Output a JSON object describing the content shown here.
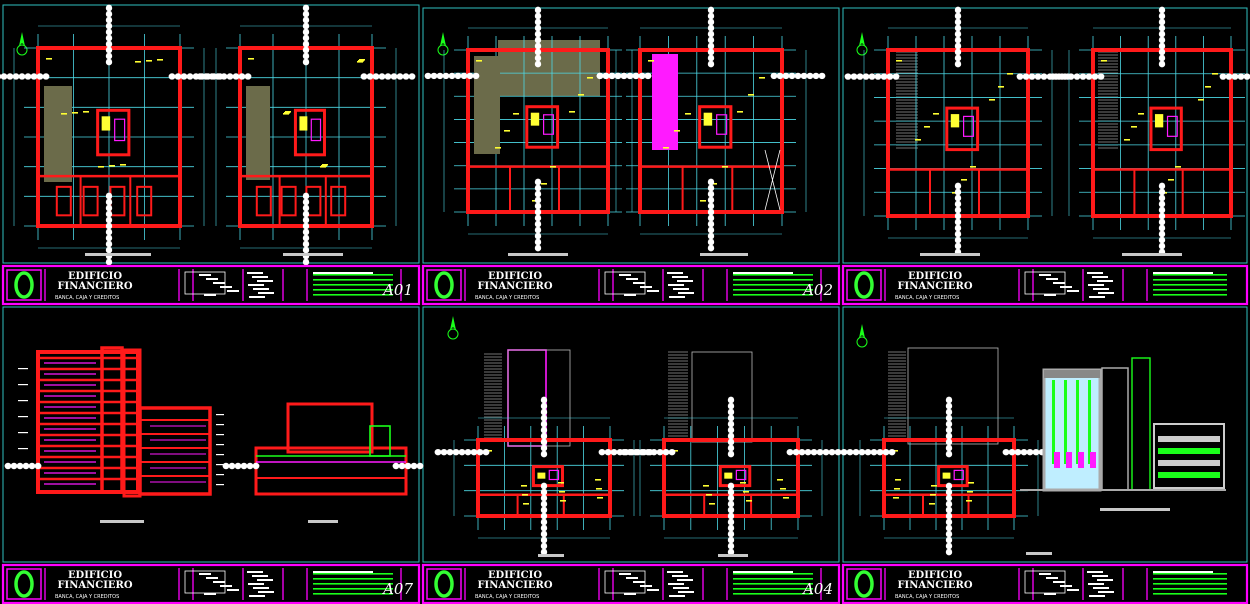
{
  "viewer": {
    "background": "#000000"
  },
  "colors": {
    "wall": "#ff1a1a",
    "grid": "#4dd9e6",
    "accent_magenta": "#ff1aff",
    "accent_green": "#1aff1a",
    "accent_yellow": "#ffff33",
    "frame": "#2fbfbf",
    "titlebar_border": "#ff00ff",
    "logo_green": "#33ff33",
    "hatch_olive": "#6b6b4a"
  },
  "sheets": [
    {
      "id": "A01",
      "kind": "plan",
      "title": "EDIFICIO\nFINANCIERO",
      "subtitle": "BANCA, CAJA Y CREDITOS",
      "code": "A01"
    },
    {
      "id": "A02",
      "kind": "plan",
      "title": "EDIFICIO\nFINANCIERO",
      "subtitle": "BANCA, CAJA Y CREDITOS",
      "code": "A02"
    },
    {
      "id": "A03",
      "kind": "plan",
      "title": "EDIFICIO\nFINANCIERO",
      "subtitle": "BANCA, CAJA Y CREDITOS",
      "code": ""
    },
    {
      "id": "A07",
      "kind": "section",
      "title": "EDIFICIO\nFINANCIERO",
      "subtitle": "BANCA, CAJA Y CREDITOS",
      "code": "A07"
    },
    {
      "id": "A04",
      "kind": "plan",
      "title": "EDIFICIO\nFINANCIERO",
      "subtitle": "BANCA, CAJA Y CREDITOS",
      "code": "A04"
    },
    {
      "id": "A05",
      "kind": "plan-elevation",
      "title": "EDIFICIO\nFINANCIERO",
      "subtitle": "BANCA, CAJA Y CREDITOS",
      "code": ""
    }
  ]
}
